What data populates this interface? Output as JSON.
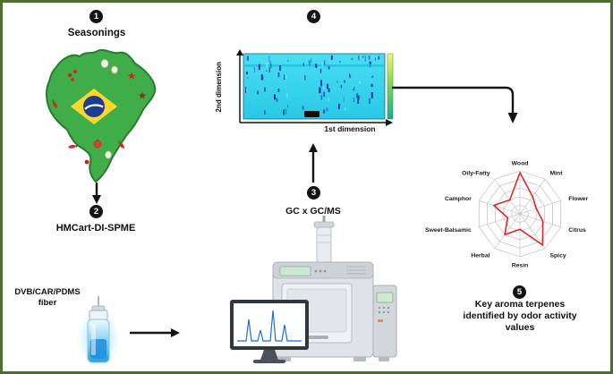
{
  "steps": [
    {
      "num": "1",
      "label": "Seasonings"
    },
    {
      "num": "2",
      "label": "HMCart-DI-SPME",
      "sublabel": "DVB/CAR/PDMS fiber"
    },
    {
      "num": "3",
      "label": "GC x GC/MS"
    },
    {
      "num": "4"
    },
    {
      "num": "5",
      "caption": "Key aroma terpenes identified by odor activity values"
    }
  ],
  "chart_data": [
    {
      "type": "heatmap",
      "xlabel": "1st dimension",
      "ylabel": "2nd dimension",
      "description": "GC x GC 2D chromatogram: cyan field with scattered dark-blue peak spots and a green-yellow colorbar"
    },
    {
      "type": "radar",
      "categories": [
        "Wood",
        "Mint",
        "Flower",
        "Citrus",
        "Spicy",
        "Resin",
        "Herbal",
        "Sweet-Balsamic",
        "Camphor",
        "Oily-Fatty"
      ],
      "series": [
        {
          "name": "odor activity",
          "values": [
            4.8,
            2.5,
            2.0,
            2.8,
            4.5,
            1.8,
            3.0,
            1.5,
            3.2,
            2.0
          ]
        }
      ],
      "max": 5,
      "grid_levels": 5,
      "legend_position": "none"
    }
  ],
  "colors": {
    "border_green": "#4e6e2f",
    "map_green": "#3fae49",
    "map_outline": "#2b7a33",
    "flag_yellow": "#ffd52e",
    "flag_blue": "#1b3e92",
    "radar_red": "#d92b2b",
    "chromo_cyan": "#35d3ec",
    "speck_blue": "#16209b",
    "arrow_black": "#141414"
  }
}
